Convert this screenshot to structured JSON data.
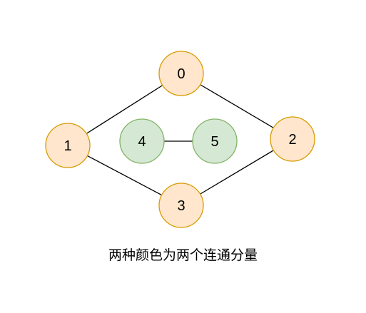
{
  "colors": {
    "orange_fill": "#ffe6cc",
    "orange_stroke": "#d79b00",
    "green_fill": "#d5e8d4",
    "green_stroke": "#82b366",
    "edge": "#000000"
  },
  "nodes": [
    {
      "id": "0",
      "label": "0",
      "group": "orange"
    },
    {
      "id": "1",
      "label": "1",
      "group": "orange"
    },
    {
      "id": "2",
      "label": "2",
      "group": "orange"
    },
    {
      "id": "3",
      "label": "3",
      "group": "orange"
    },
    {
      "id": "4",
      "label": "4",
      "group": "green"
    },
    {
      "id": "5",
      "label": "5",
      "group": "green"
    }
  ],
  "edges": [
    {
      "from": "1",
      "to": "0"
    },
    {
      "from": "0",
      "to": "2"
    },
    {
      "from": "1",
      "to": "3"
    },
    {
      "from": "3",
      "to": "2"
    },
    {
      "from": "4",
      "to": "5"
    }
  ],
  "caption": "两种颜色为两个连通分量"
}
